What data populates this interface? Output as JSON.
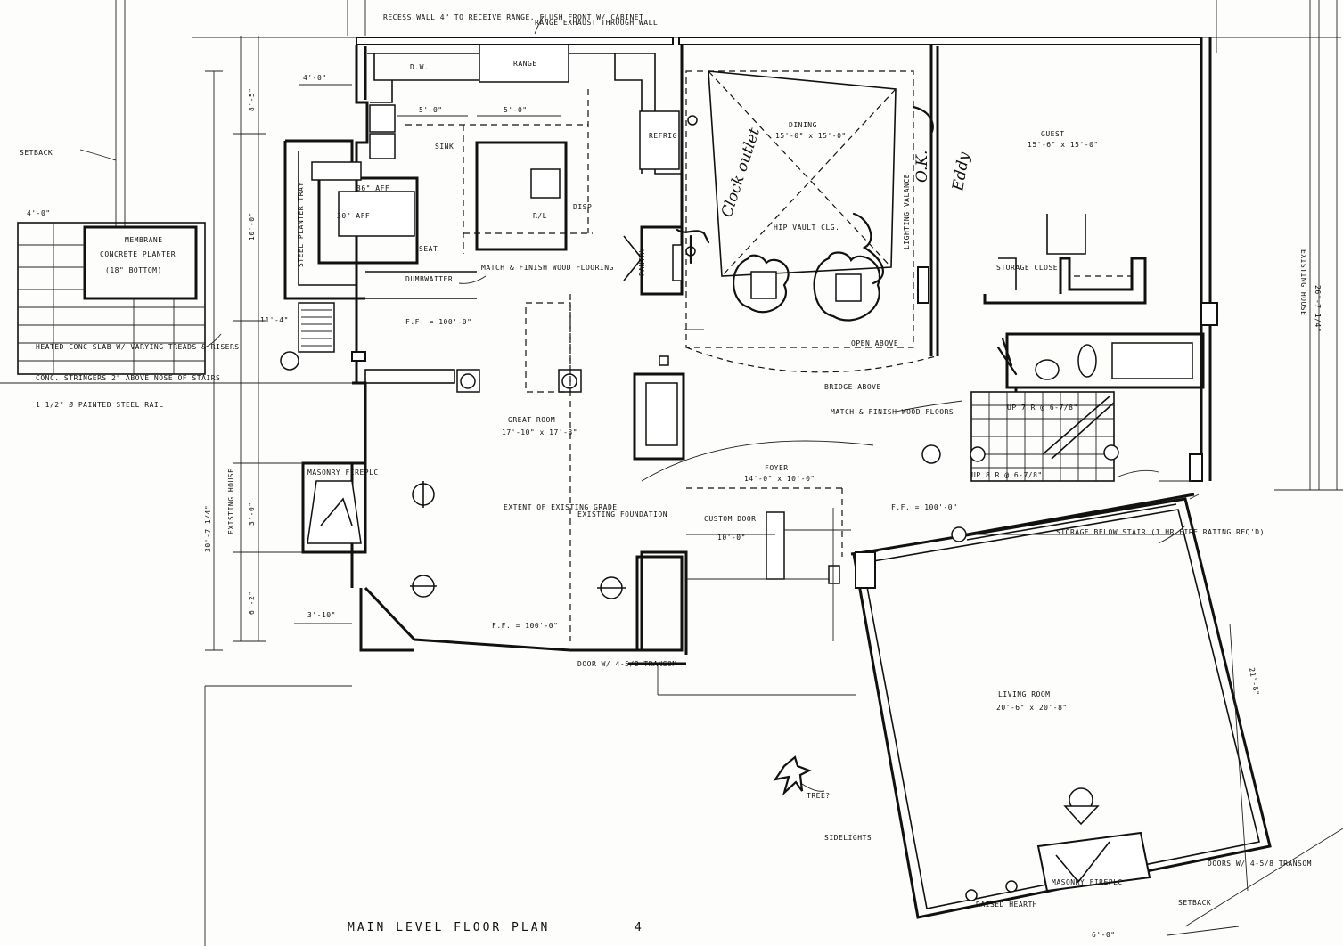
{
  "sheet_title": "MAIN LEVEL FLOOR PLAN",
  "sheet_number": "4",
  "rooms": {
    "dining": {
      "name": "DINING",
      "size": "15'-0\" x 15'-0\""
    },
    "guest": {
      "name": "GUEST",
      "size": "15'-6\" x 15'-0\""
    },
    "great_room": {
      "name": "GREAT ROOM",
      "size": "17'-10\" x 17'-8\""
    },
    "foyer": {
      "name": "FOYER",
      "size": "14'-0\" x 10'-0\""
    },
    "living_room": {
      "name": "LIVING ROOM",
      "size": "20'-6\" x 20'-8\""
    },
    "range": "RANGE",
    "pantry": "PANTRY",
    "storage_closet": "STORAGE CLOSET",
    "mech_left": "MASONRY FIREPLC",
    "mech_bottom": "MASONRY FIREPLC"
  },
  "notes": {
    "setback_left": "SETBACK",
    "setback_bottom": "SETBACK",
    "recess_wall": "RECESS WALL 4\" TO RECEIVE RANGE, FLUSH FRONT W/ CABINET",
    "range_exhaust": "RANGE EXHAUST THROUGH WALL",
    "concrete_planter": "CONCRETE PLANTER",
    "planter_bottom": "(18\" BOTTOM)",
    "membrane": "MEMBRANE",
    "heated_conc": "HEATED CONC SLAB W/ VARYING TREADS & RISERS",
    "stringers": "CONC. STRINGERS 2\" ABOVE NOSE OF STAIRS",
    "rail": "1 1/2\" Ø PAINTED STEEL RAIL",
    "existing_house_left": "EXISTING HOUSE",
    "existing_house_right": "EXISTING HOUSE",
    "match_finish": "MATCH & FINISH WOOD FLOORING",
    "match_finish_2": "MATCH & FINISH WOOD FLOORS",
    "dumbwaiter": "DUMBWAITER",
    "ff_great": "F.F. = 100'-0\"",
    "ff_foyer": "F.F. = 100'-0\"",
    "ff_bottom": "F.F. = 100'-0\"",
    "extent_grade": "EXTENT OF EXISTING GRADE",
    "existing_foundation": "EXISTING FOUNDATION",
    "hip_vault": "HIP VAULT CLG.",
    "open_above": "OPEN ABOVE",
    "bridge_above": "BRIDGE ABOVE",
    "lighting_valance": "LIGHTING VALANCE",
    "up_risers": "UP 7 R @ 6-7/8\"",
    "up_risers_2": "UP 8 R @ 6-7/8\"",
    "storage_below": "STORAGE BELOW STAIR (1 HR FIRE RATING REQ'D)",
    "tree": "TREE?",
    "sidelights": "SIDELIGHTS",
    "doors_bottom": "DOORS W/ 4-5/8 TRANSOM",
    "door_note": "DOOR W/ 4-5/8 TRANSOM",
    "custom_door": "CUSTOM DOOR",
    "raised_hearth": "RAISED HEARTH",
    "sink": "SINK",
    "dw": "D.W.",
    "refrig": "REFRIG",
    "disp": "DISP",
    "fridge": "R/L",
    "seat": "SEAT",
    "planter_tray": "STEEL PLANTER TRAY",
    "bar_top": "36\" AFF",
    "desk_top": "30\" AFF"
  },
  "dimensions": {
    "top_left": "4'-0\"",
    "left_1": "8'-5\"",
    "left_2": "10'-0\"",
    "left_3": "3'-0\"",
    "left_4": "6'-2\"",
    "left_overall": "30'-7 1/4\"",
    "stair_width": "4'-0\"",
    "hearth": "3'-10\"",
    "kitchen_1": "5'-0\"",
    "kitchen_2": "5'-0\"",
    "foyer_w": "10'-0\"",
    "right_house": "26'-7 1/4\"",
    "living_side": "21'-8\"",
    "bottom_6": "6'-0\"",
    "step_note": "11'-4\""
  },
  "annotations": {
    "clock_outlet": "Clock outlet",
    "ok": "O.K.",
    "eddy": "Eddy"
  }
}
